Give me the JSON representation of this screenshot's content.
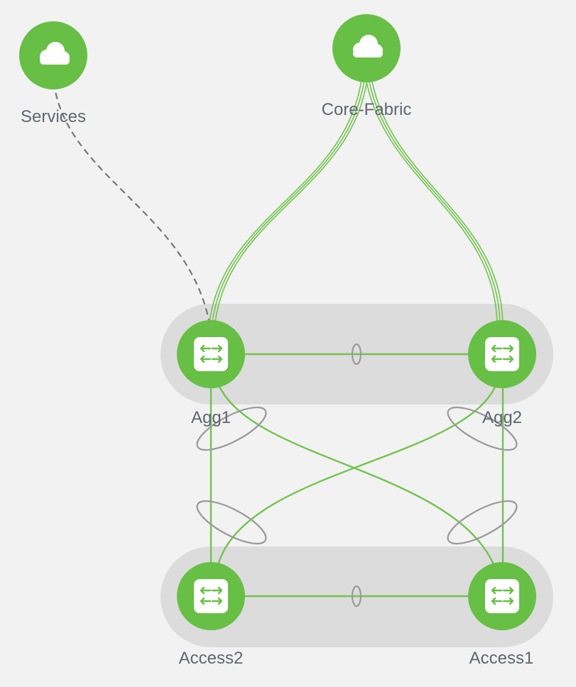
{
  "diagram": {
    "nodes": [
      {
        "id": "services",
        "label": "Services",
        "kind": "cloud",
        "icon": "cloud-icon"
      },
      {
        "id": "core-fabric",
        "label": "Core-Fabric",
        "kind": "cloud",
        "icon": "cloud-icon"
      },
      {
        "id": "agg1",
        "label": "Agg1",
        "kind": "switch",
        "icon": "switch-arrows-icon"
      },
      {
        "id": "agg2",
        "label": "Agg2",
        "kind": "switch",
        "icon": "switch-arrows-icon"
      },
      {
        "id": "access2",
        "label": "Access2",
        "kind": "switch",
        "icon": "switch-arrows-icon"
      },
      {
        "id": "access1",
        "label": "Access1",
        "kind": "switch",
        "icon": "switch-arrows-icon"
      }
    ],
    "links": [
      {
        "from": "services",
        "to": "agg1",
        "style": "dashed"
      },
      {
        "from": "core-fabric",
        "to": "agg1",
        "style": "multi-strand"
      },
      {
        "from": "core-fabric",
        "to": "agg2",
        "style": "multi-strand"
      },
      {
        "from": "agg1",
        "to": "agg2",
        "style": "solid"
      },
      {
        "from": "access2",
        "to": "access1",
        "style": "solid"
      },
      {
        "from": "agg1",
        "to": "access2",
        "style": "solid"
      },
      {
        "from": "agg1",
        "to": "access1",
        "style": "solid"
      },
      {
        "from": "agg2",
        "to": "access2",
        "style": "solid"
      },
      {
        "from": "agg2",
        "to": "access1",
        "style": "solid"
      }
    ],
    "groups": [
      {
        "id": "aggregation-pair",
        "members": [
          "agg1",
          "agg2"
        ]
      },
      {
        "id": "access-pair",
        "members": [
          "access2",
          "access1"
        ]
      }
    ],
    "colors": {
      "node": "#67bf46",
      "link": "#72c34e",
      "dashed_link": "#777777",
      "group_band": "#dcdcdc",
      "bundle_marker": "#9a9a9a",
      "label": "#5f6672",
      "background": "#f2f2f2"
    }
  }
}
